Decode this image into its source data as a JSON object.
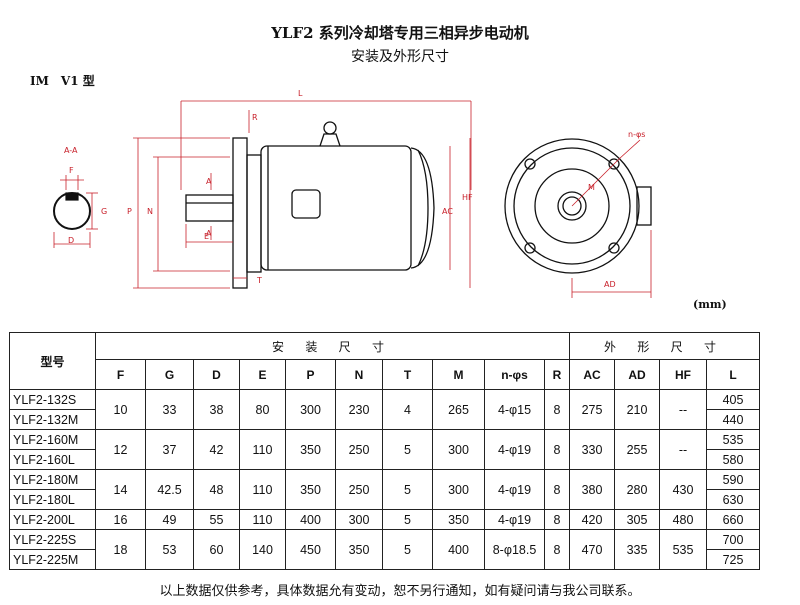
{
  "title": "YLF2 系列冷却塔专用三相异步电动机",
  "subtitle": "安装及外形尺寸",
  "mount_label": "IM　V1 型",
  "unit_label": "(mm)",
  "drawing_labels": {
    "L": "L",
    "R": "R",
    "A_A": "A-A",
    "F": "F",
    "G": "G",
    "D": "D",
    "P": "P",
    "N": "N",
    "E": "E",
    "T": "T",
    "AC": "AC",
    "HF": "HF",
    "M": "M",
    "AD": "AD",
    "n_phi_s": "n-φs",
    "A1": "A",
    "A2": "A"
  },
  "table": {
    "model_header": "型号",
    "install_group": "安 装 尺 寸",
    "outline_group": "外 形 尺 寸",
    "columns": [
      "F",
      "G",
      "D",
      "E",
      "P",
      "N",
      "T",
      "M",
      "n-φs",
      "R",
      "AC",
      "AD",
      "HF",
      "L"
    ],
    "groups": [
      {
        "models": [
          "YLF2-132S",
          "YLF2-132M"
        ],
        "F": "10",
        "G": "33",
        "D": "38",
        "E": "80",
        "P": "300",
        "N": "230",
        "T": "4",
        "M": "265",
        "ns": "4-φ15",
        "R": "8",
        "AC": "275",
        "AD": "210",
        "HF": "--",
        "L": [
          "405",
          "440"
        ]
      },
      {
        "models": [
          "YLF2-160M",
          "YLF2-160L"
        ],
        "F": "12",
        "G": "37",
        "D": "42",
        "E": "110",
        "P": "350",
        "N": "250",
        "T": "5",
        "M": "300",
        "ns": "4-φ19",
        "R": "8",
        "AC": "330",
        "AD": "255",
        "HF": "--",
        "L": [
          "535",
          "580"
        ]
      },
      {
        "models": [
          "YLF2-180M",
          "YLF2-180L"
        ],
        "F": "14",
        "G": "42.5",
        "D": "48",
        "E": "110",
        "P": "350",
        "N": "250",
        "T": "5",
        "M": "300",
        "ns": "4-φ19",
        "R": "8",
        "AC": "380",
        "AD": "280",
        "HF": "430",
        "L": [
          "590",
          "630"
        ]
      },
      {
        "models": [
          "YLF2-200L"
        ],
        "F": "16",
        "G": "49",
        "D": "55",
        "E": "110",
        "P": "400",
        "N": "300",
        "T": "5",
        "M": "350",
        "ns": "4-φ19",
        "R": "8",
        "AC": "420",
        "AD": "305",
        "HF": "480",
        "L": [
          "660"
        ]
      },
      {
        "models": [
          "YLF2-225S",
          "YLF2-225M"
        ],
        "F": "18",
        "G": "53",
        "D": "60",
        "E": "140",
        "P": "450",
        "N": "350",
        "T": "5",
        "M": "400",
        "ns": "8-φ18.5",
        "R": "8",
        "AC": "470",
        "AD": "335",
        "HF": "535",
        "L": [
          "700",
          "725"
        ]
      }
    ]
  },
  "footer": "以上数据仅供参考，具体数据允有变动，恕不另行通知，如有疑问请与我公司联系。",
  "colors": {
    "dimension": "#c8202a",
    "line": "#111111"
  }
}
